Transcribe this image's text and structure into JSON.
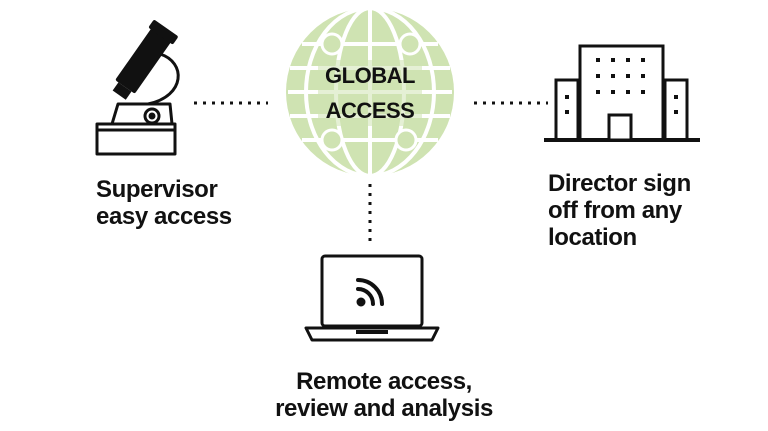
{
  "center": {
    "line1": "GLOBAL",
    "line2": "ACCESS",
    "globe_color": "#cfe3b2",
    "globe_line_color": "#ffffff"
  },
  "supervisor": {
    "icon": "microscope-icon",
    "line1": "Supervisor",
    "line2": "easy access"
  },
  "director": {
    "icon": "office-building-icon",
    "line1": "Director sign",
    "line2": "off from any",
    "line3": "location"
  },
  "remote": {
    "icon": "laptop-wifi-icon",
    "line1": "Remote access,",
    "line2": "review and analysis"
  },
  "connector_style": "dotted"
}
